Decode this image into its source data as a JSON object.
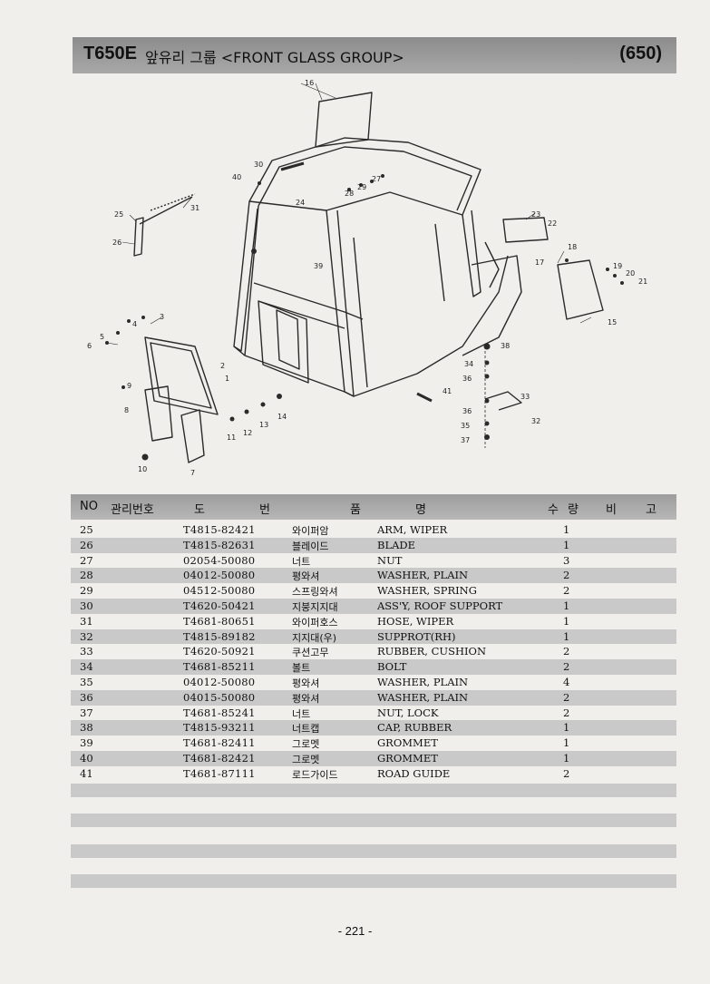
{
  "header": {
    "model": "T650E",
    "title": "앞유리 그룹 <FRONT GLASS GROUP>",
    "code": "(650)"
  },
  "diagram": {
    "callouts": [
      "1",
      "2",
      "3",
      "4",
      "5",
      "6",
      "7",
      "8",
      "9",
      "10",
      "11",
      "12",
      "13",
      "14",
      "15",
      "16",
      "17",
      "18",
      "19",
      "20",
      "21",
      "22",
      "23",
      "24",
      "25",
      "26",
      "27",
      "28",
      "29",
      "30",
      "31",
      "32",
      "33",
      "34",
      "35",
      "36",
      "36",
      "37",
      "38",
      "39",
      "40",
      "41"
    ]
  },
  "table": {
    "headers": {
      "no": "NO",
      "mgmt": "관리번호",
      "do": "도",
      "beon": "번",
      "pum": "품",
      "myeong": "명",
      "su": "수",
      "ryang": "량",
      "bi": "비",
      "go": "고"
    },
    "rows": [
      {
        "no": "25",
        "part": "T4815-82421",
        "kor": "와이퍼암",
        "eng": "ARM, WIPER",
        "qty": "1"
      },
      {
        "no": "26",
        "part": "T4815-82631",
        "kor": "블레이드",
        "eng": "BLADE",
        "qty": "1"
      },
      {
        "no": "27",
        "part": "02054-50080",
        "kor": "너트",
        "eng": "NUT",
        "qty": "3"
      },
      {
        "no": "28",
        "part": "04012-50080",
        "kor": "평와셔",
        "eng": "WASHER, PLAIN",
        "qty": "2"
      },
      {
        "no": "29",
        "part": "04512-50080",
        "kor": "스프링와셔",
        "eng": "WASHER, SPRING",
        "qty": "2"
      },
      {
        "no": "30",
        "part": "T4620-50421",
        "kor": "지붕지지대",
        "eng": "ASS'Y, ROOF SUPPORT",
        "qty": "1"
      },
      {
        "no": "31",
        "part": "T4681-80651",
        "kor": "와이퍼호스",
        "eng": "HOSE, WIPER",
        "qty": "1"
      },
      {
        "no": "32",
        "part": "T4815-89182",
        "kor": "지지대(우)",
        "eng": "SUPPROT(RH)",
        "qty": "1"
      },
      {
        "no": "33",
        "part": "T4620-50921",
        "kor": "쿠션고무",
        "eng": "RUBBER, CUSHION",
        "qty": "2"
      },
      {
        "no": "34",
        "part": "T4681-85211",
        "kor": "볼트",
        "eng": "BOLT",
        "qty": "2"
      },
      {
        "no": "35",
        "part": "04012-50080",
        "kor": "평와셔",
        "eng": "WASHER, PLAIN",
        "qty": "4"
      },
      {
        "no": "36",
        "part": "04015-50080",
        "kor": "평와셔",
        "eng": "WASHER, PLAIN",
        "qty": "2"
      },
      {
        "no": "37",
        "part": "T4681-85241",
        "kor": "너트",
        "eng": "NUT, LOCK",
        "qty": "2"
      },
      {
        "no": "38",
        "part": "T4815-93211",
        "kor": "너트캡",
        "eng": "CAP, RUBBER",
        "qty": "1"
      },
      {
        "no": "39",
        "part": "T4681-82411",
        "kor": "그로멧",
        "eng": "GROMMET",
        "qty": "1"
      },
      {
        "no": "40",
        "part": "T4681-82421",
        "kor": "그로멧",
        "eng": "GROMMET",
        "qty": "1"
      },
      {
        "no": "41",
        "part": "T4681-87111",
        "kor": "로드가이드",
        "eng": "ROAD GUIDE",
        "qty": "2"
      }
    ]
  },
  "footer": {
    "page_number": "- 221 -"
  }
}
